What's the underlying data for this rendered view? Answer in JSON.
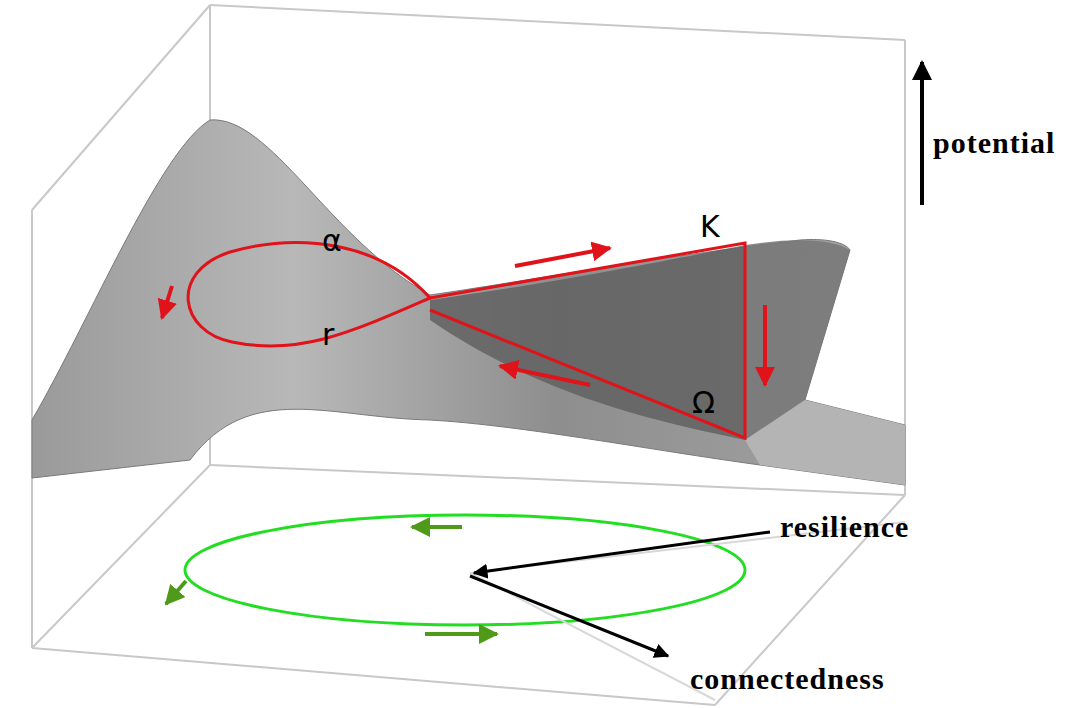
{
  "diagram": {
    "labels": [
      "α",
      "r",
      "K",
      "Ω",
      "potential",
      "resilience",
      "connectedness"
    ]
  }
}
